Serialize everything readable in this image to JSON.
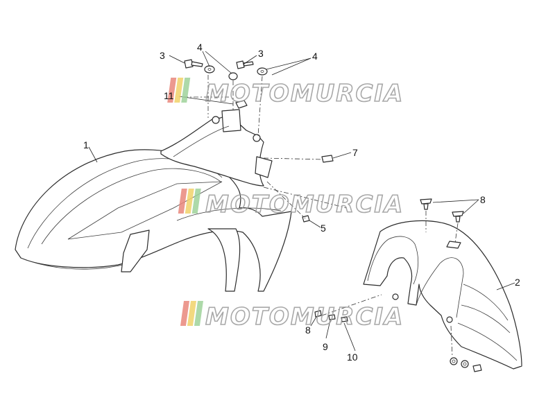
{
  "callouts": {
    "c1": "1",
    "c2": "2",
    "c3a": "3",
    "c3b": "3",
    "c4a": "4",
    "c4b": "4",
    "c5": "5",
    "c7": "7",
    "c8a": "8",
    "c8b": "8",
    "c9": "9",
    "c10": "10",
    "c11": "11"
  },
  "watermark": {
    "text": "MOTOMURCIA",
    "stripe_colors": [
      "#e9887c",
      "#f2d36b",
      "#9fd39b"
    ]
  }
}
